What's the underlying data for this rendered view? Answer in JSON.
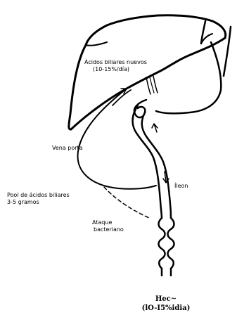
{
  "labels": {
    "new_acids_line1": "Ácidos biliares nuevos",
    "new_acids_line2": "(10-15%/día)",
    "portal_vein": "Vena porta",
    "ileum": "Íleon",
    "pool_line1": "Pool de ácidos biliares",
    "pool_line2": "3-5 gramos",
    "bacterial_line1": "Ataque",
    "bacterial_line2": "bacteriano",
    "feces_line1": "Hec~",
    "feces_line2": "(lO-I5%idia)"
  }
}
